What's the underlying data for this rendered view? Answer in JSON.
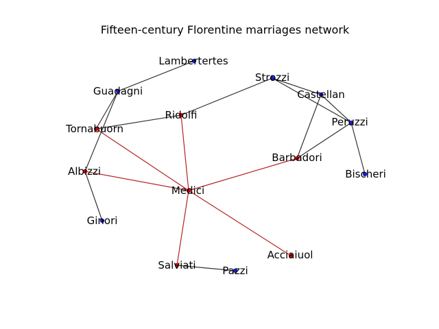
{
  "title": "Fifteen-century Florentine marriages network",
  "colors": {
    "medici_edge": "#b22222",
    "edge": "#333333",
    "medici_node": "#cc0000",
    "node": "#1a1acc",
    "label": "#000000"
  },
  "nodes": [
    {
      "id": "Medici",
      "label": "Medici",
      "group": "medici"
    },
    {
      "id": "Tornabuorn",
      "label": "Tornabuorn",
      "group": "medici"
    },
    {
      "id": "Ridolfi",
      "label": "Ridolfi",
      "group": "medici"
    },
    {
      "id": "Albizzi",
      "label": "Albizzi",
      "group": "medici"
    },
    {
      "id": "Barbadori",
      "label": "Barbadori",
      "group": "medici"
    },
    {
      "id": "Salviati",
      "label": "Salviati",
      "group": "medici"
    },
    {
      "id": "Acciaiuol",
      "label": "Acciaiuol",
      "group": "medici"
    },
    {
      "id": "Guadagni",
      "label": "Guadagni",
      "group": "other"
    },
    {
      "id": "Lambertertes",
      "label": "Lambertertes",
      "group": "other"
    },
    {
      "id": "Strozzi",
      "label": "Strozzi",
      "group": "other"
    },
    {
      "id": "Castellan",
      "label": "Castellan",
      "group": "other"
    },
    {
      "id": "Peruzzi",
      "label": "Peruzzi",
      "group": "other"
    },
    {
      "id": "Bischeri",
      "label": "Bischeri",
      "group": "other"
    },
    {
      "id": "Ginori",
      "label": "Ginori",
      "group": "other"
    },
    {
      "id": "Pazzi",
      "label": "Pazzi",
      "group": "other"
    }
  ],
  "edges": [
    {
      "source": "Medici",
      "target": "Tornabuorn"
    },
    {
      "source": "Medici",
      "target": "Ridolfi"
    },
    {
      "source": "Medici",
      "target": "Albizzi"
    },
    {
      "source": "Medici",
      "target": "Barbadori"
    },
    {
      "source": "Medici",
      "target": "Salviati"
    },
    {
      "source": "Medici",
      "target": "Acciaiuol"
    },
    {
      "source": "Guadagni",
      "target": "Lambertertes"
    },
    {
      "source": "Guadagni",
      "target": "Tornabuorn"
    },
    {
      "source": "Guadagni",
      "target": "Albizzi"
    },
    {
      "source": "Tornabuorn",
      "target": "Ridolfi"
    },
    {
      "source": "Ridolfi",
      "target": "Strozzi"
    },
    {
      "source": "Strozzi",
      "target": "Castellan"
    },
    {
      "source": "Strozzi",
      "target": "Peruzzi"
    },
    {
      "source": "Castellan",
      "target": "Peruzzi"
    },
    {
      "source": "Castellan",
      "target": "Barbadori"
    },
    {
      "source": "Peruzzi",
      "target": "Barbadori"
    },
    {
      "source": "Peruzzi",
      "target": "Bischeri"
    },
    {
      "source": "Albizzi",
      "target": "Ginori"
    },
    {
      "source": "Salviati",
      "target": "Pazzi"
    }
  ]
}
